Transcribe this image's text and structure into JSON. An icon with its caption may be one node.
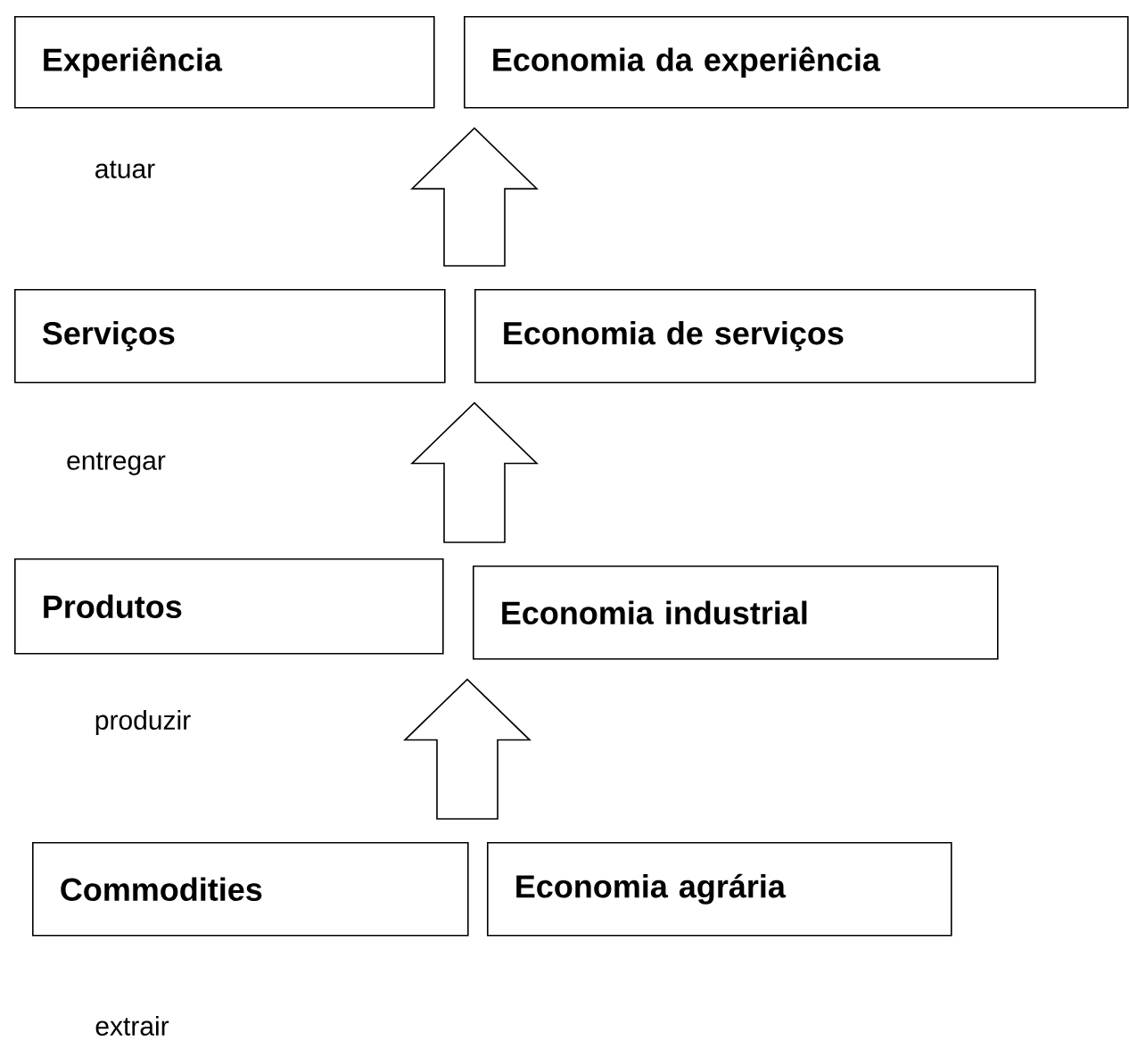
{
  "diagram": {
    "nodes": [
      {
        "text": [
          "Experiência"
        ]
      },
      {
        "text": [
          "Economia da experiência"
        ]
      },
      {
        "text": [
          "Serviços"
        ]
      },
      {
        "text": [
          "Economia de serviços"
        ]
      },
      {
        "text": [
          "Produtos"
        ]
      },
      {
        "text": [
          "Economia industrial"
        ]
      },
      {
        "text": [
          "Commodities"
        ]
      },
      {
        "text": [
          "Economia agrária"
        ]
      }
    ],
    "edges": [
      {
        "from": 7,
        "to": 5,
        "arrow": "to"
      },
      {
        "from": 5,
        "to": 3,
        "arrow": "to"
      },
      {
        "from": 3,
        "to": 1,
        "arrow": "to"
      }
    ],
    "labels": [
      "atuar",
      "entregar",
      "produzir",
      "extrair"
    ]
  }
}
